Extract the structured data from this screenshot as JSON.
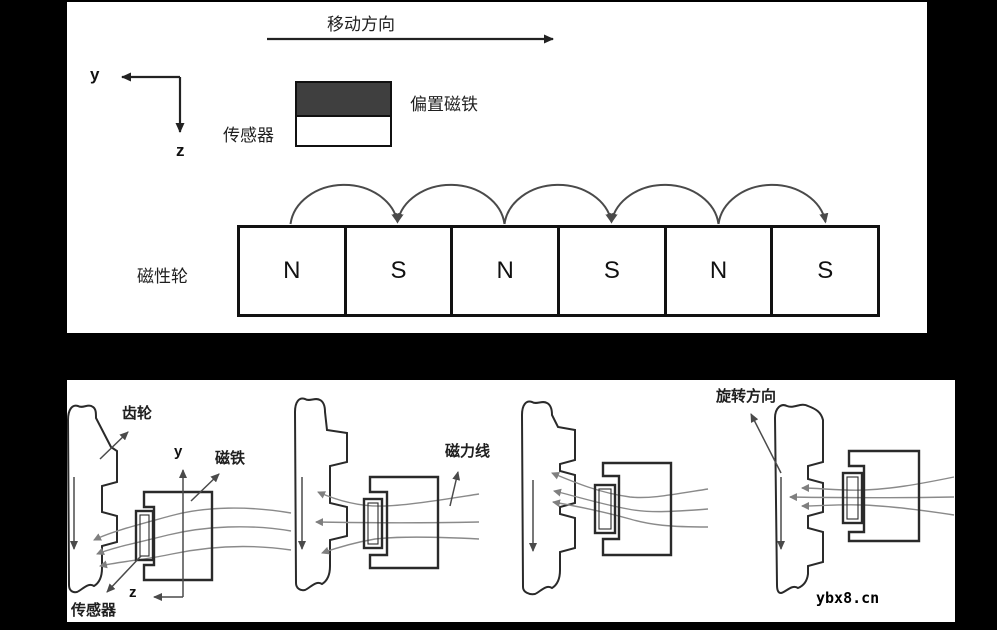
{
  "colors": {
    "background": "#000000",
    "panel": "#ffffff",
    "outline_dark": "#222222",
    "arrow_gray": "#4a4a4a",
    "field_line_gray": "#8a8a8a",
    "bias_magnet_fill": "#3f3f3f"
  },
  "top_panel": {
    "move_direction_label": "移动方向",
    "axis_y_label": "y",
    "axis_z_label": "z",
    "bias_magnet_label": "偏置磁铁",
    "sensor_label": "传感器",
    "wheel_label": "磁性轮",
    "pole_cells": [
      "N",
      "S",
      "N",
      "S",
      "N",
      "S"
    ]
  },
  "bottom_panel": {
    "gear_label": "齿轮",
    "axis_y_label": "y",
    "axis_z_label": "z",
    "magnet_label": "磁铁",
    "sensor_label": "传感器",
    "field_lines_label": "磁力线",
    "rotation_direction_label": "旋转方向",
    "watermark": "ybx8.cn"
  }
}
